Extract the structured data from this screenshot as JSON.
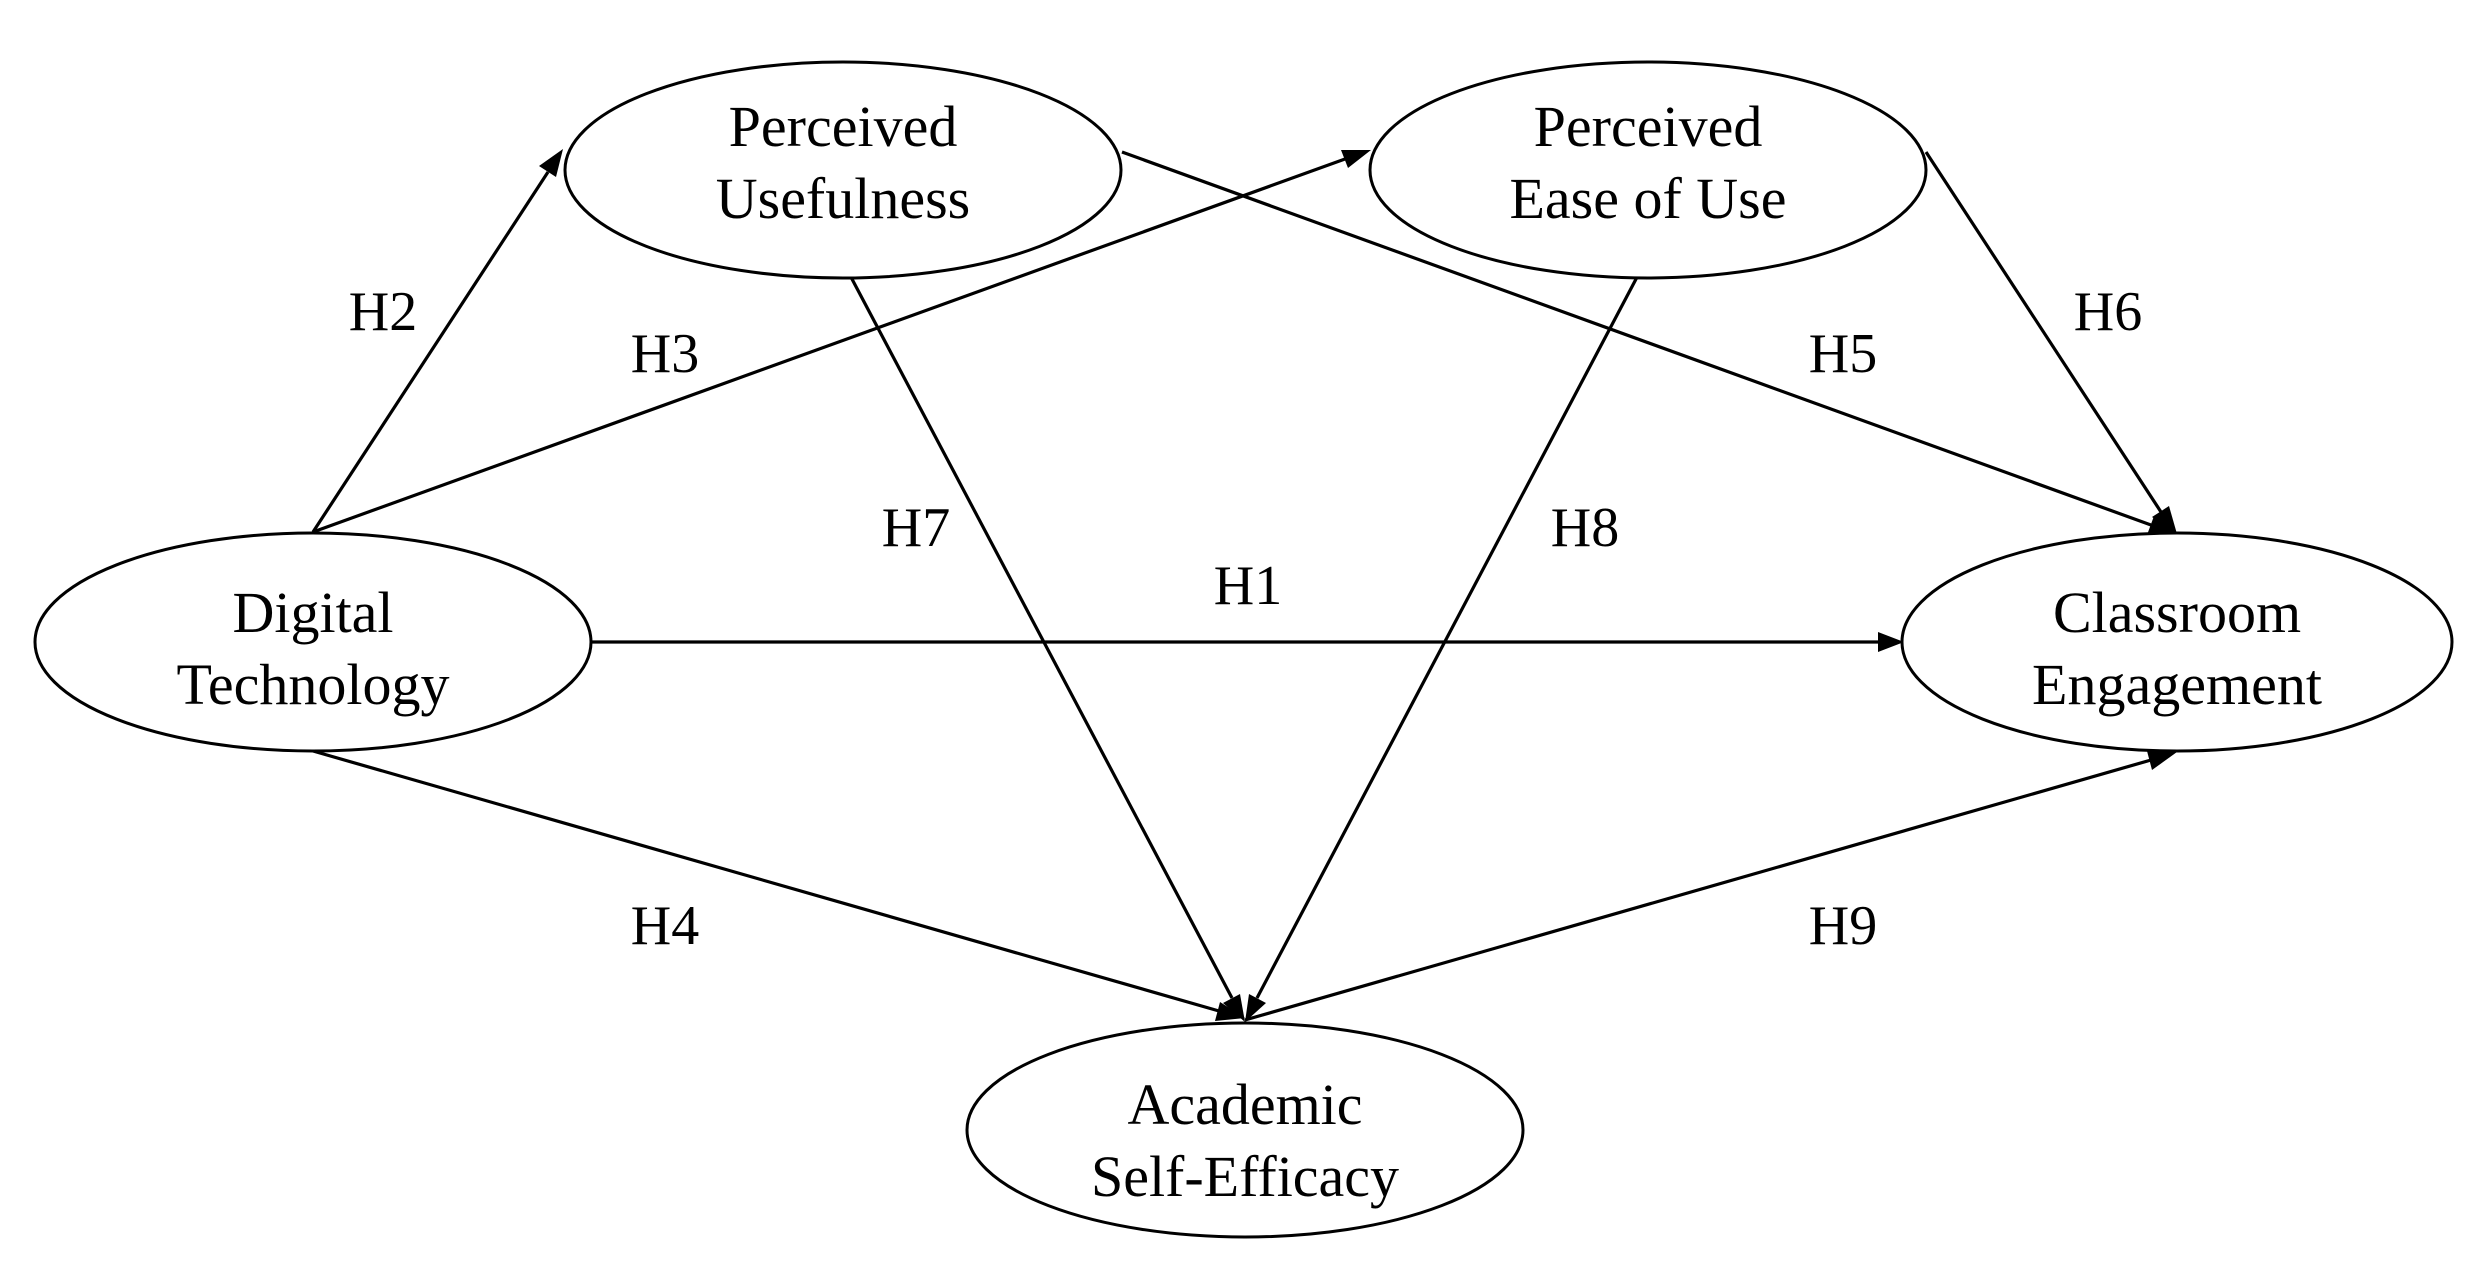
{
  "nodes": {
    "digital_technology": {
      "line1": "Digital",
      "line2": "Technology"
    },
    "perceived_usefulness": {
      "line1": "Perceived",
      "line2": "Usefulness"
    },
    "perceived_ease_of_use": {
      "line1": "Perceived",
      "line2": "Ease of Use"
    },
    "classroom_engagement": {
      "line1": "Classroom",
      "line2": "Engagement"
    },
    "academic_self_efficacy": {
      "line1": "Academic",
      "line2": "Self-Efficacy"
    }
  },
  "edges": [
    {
      "id": "H1",
      "label": "H1",
      "from": "Digital Technology",
      "to": "Classroom Engagement"
    },
    {
      "id": "H2",
      "label": "H2",
      "from": "Digital Technology",
      "to": "Perceived Usefulness"
    },
    {
      "id": "H3",
      "label": "H3",
      "from": "Digital Technology",
      "to": "Perceived Ease of Use"
    },
    {
      "id": "H4",
      "label": "H4",
      "from": "Digital Technology",
      "to": "Academic Self-Efficacy"
    },
    {
      "id": "H5",
      "label": "H5",
      "from": "Perceived Usefulness",
      "to": "Classroom Engagement"
    },
    {
      "id": "H6",
      "label": "H6",
      "from": "Perceived Ease of Use",
      "to": "Classroom Engagement"
    },
    {
      "id": "H7",
      "label": "H7",
      "from": "Perceived Usefulness",
      "to": "Academic Self-Efficacy"
    },
    {
      "id": "H8",
      "label": "H8",
      "from": "Perceived Ease of Use",
      "to": "Academic Self-Efficacy"
    },
    {
      "id": "H9",
      "label": "H9",
      "from": "Academic Self-Efficacy",
      "to": "Classroom Engagement"
    }
  ]
}
